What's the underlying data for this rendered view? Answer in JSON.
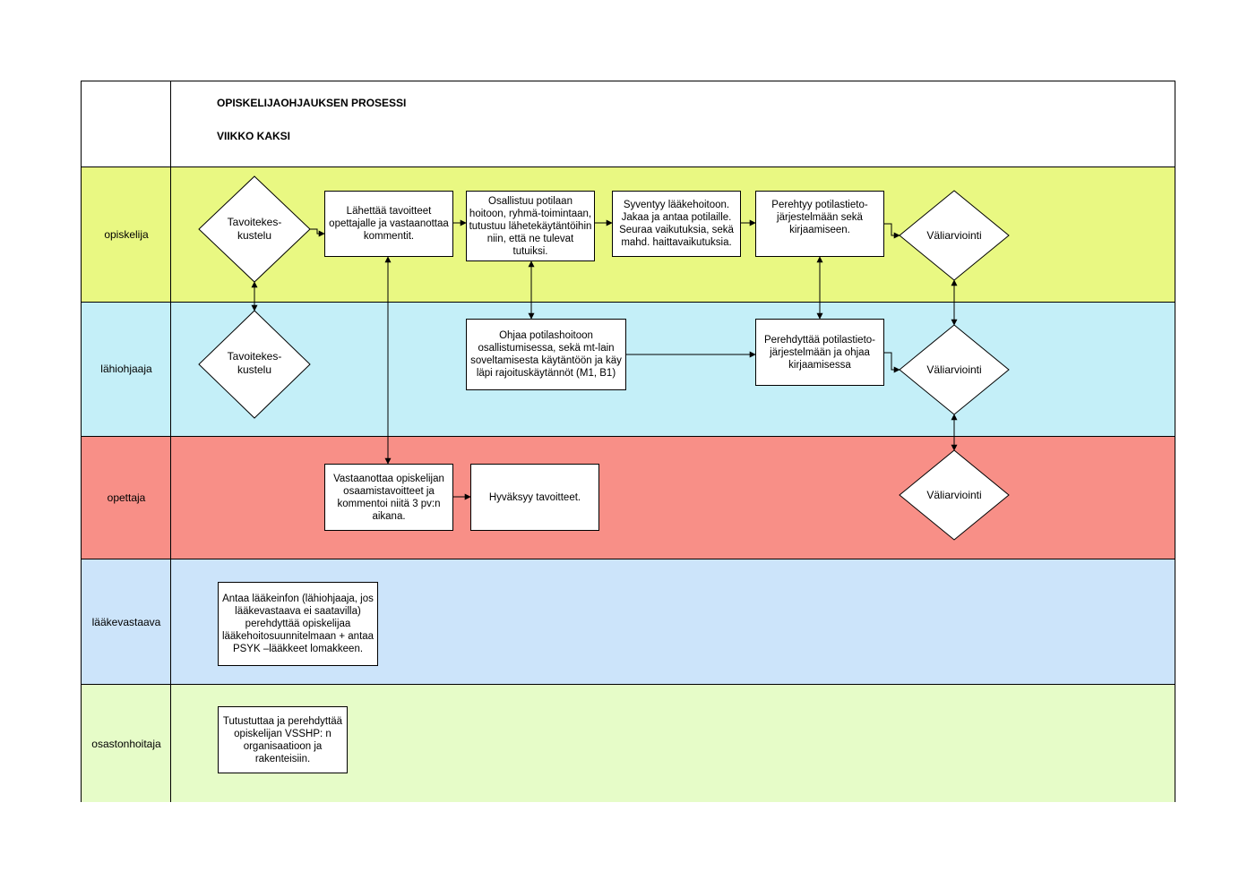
{
  "header": {
    "title_line1": "OPISKELIJAOHJAUKSEN PROSESSI",
    "title_line2": "VIIKKO KAKSI"
  },
  "lanes": [
    {
      "label": "opiskelija",
      "color": "#e9f882"
    },
    {
      "label": "lähiohjaaja",
      "color": "#c4eff8"
    },
    {
      "label": "opettaja",
      "color": "#f88f87"
    },
    {
      "label": "lääkevastaava",
      "color": "#cce4fa"
    },
    {
      "label": "osastonhoitaja",
      "color": "#e6fcc8"
    }
  ],
  "nodes": {
    "d_opiskelija_tavoite": [
      "Tavoitekes-",
      "kustelu"
    ],
    "b_lahettaa": "Lähettää tavoitteet opettajalle ja vastaanottaa kommentit.",
    "b_osallistuu": "Osallistuu potilaan hoitoon, ryhmä-toimintaan, tutustuu lähetekäytäntöihin niin, että ne tulevat tutuiksi.",
    "b_syventyy": "Syventyy lääkehoitoon. Jakaa ja antaa potilaille. Seuraa vaikutuksia, sekä mahd. haittavaikutuksia.",
    "b_perehtyy": "Perehtyy potilastieto-järjestelmään sekä kirjaamiseen.",
    "d_opiskelija_vali": [
      "Väliarviointi"
    ],
    "d_lahi_tavoite": [
      "Tavoitekes-",
      "kustelu"
    ],
    "b_ohjaa": "Ohjaa potilashoitoon osallistumisessa, sekä mt-lain soveltamisesta käytäntöön ja käy läpi rajoituskäytännöt (M1, B1)",
    "b_perehdyttaa": "Perehdyttää potilastieto-järjestelmään ja ohjaa kirjaamisessa",
    "d_lahi_vali": [
      "Väliarviointi"
    ],
    "b_vastaanottaa": "Vastaanottaa opiskelijan osaamistavoitteet ja kommentoi niitä 3 pv:n aikana.",
    "b_hyvaksyy": "Hyväksyy tavoitteet.",
    "d_opettaja_vali": [
      "Väliarviointi"
    ],
    "b_antaa": "Antaa lääkeinfon (lähiohjaaja, jos lääkevastaava ei saatavilla) perehdyttää opiskelijaa lääkehoitosuunnitelmaan + antaa PSYK –lääkkeet lomakkeen.",
    "b_tutustuttaa": "Tutustuttaa ja perehdyttää opiskelijan VSSHP: n organisaatioon ja rakenteisiin."
  }
}
